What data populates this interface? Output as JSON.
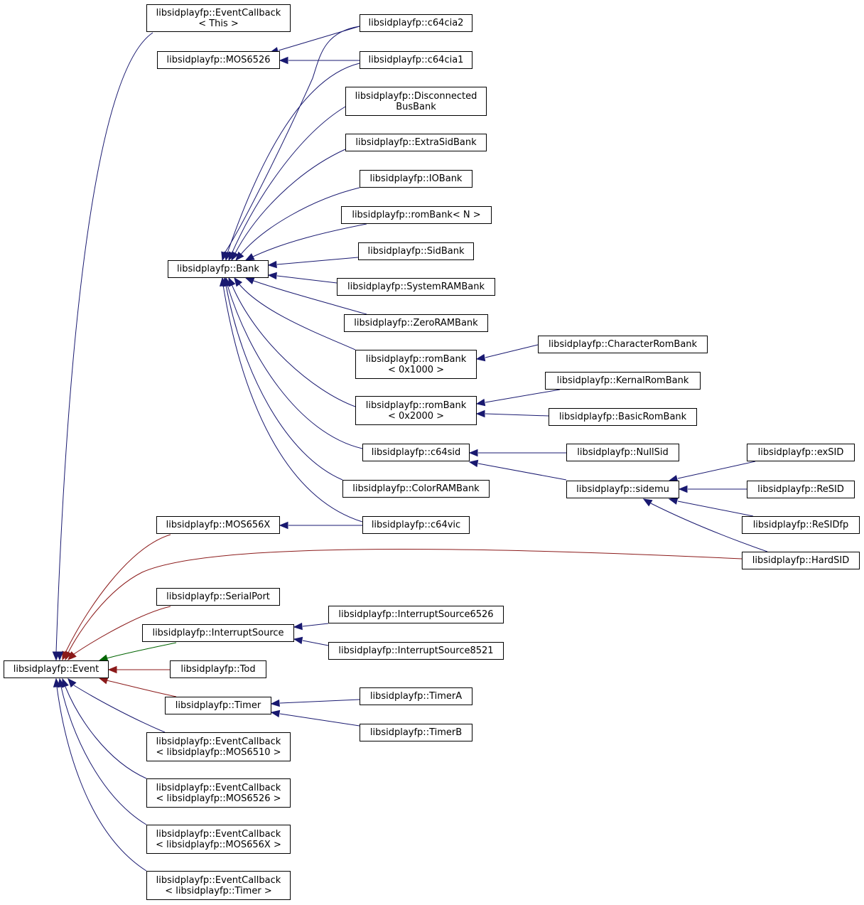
{
  "diagram": {
    "colors": {
      "public_inheritance": "#191970",
      "protected_inheritance": "#006400",
      "private_inheritance": "#8b1a1a",
      "node_border": "#000000",
      "node_fill": "#ffffff"
    },
    "nodes": [
      {
        "id": "event",
        "lines": [
          "libsidplayfp::Event"
        ]
      },
      {
        "id": "eventcallback-this",
        "lines": [
          "libsidplayfp::EventCallback",
          "< This >"
        ]
      },
      {
        "id": "mos6526",
        "lines": [
          "libsidplayfp::MOS6526"
        ]
      },
      {
        "id": "c64cia2",
        "lines": [
          "libsidplayfp::c64cia2"
        ]
      },
      {
        "id": "c64cia1",
        "lines": [
          "libsidplayfp::c64cia1"
        ]
      },
      {
        "id": "bank",
        "lines": [
          "libsidplayfp::Bank"
        ]
      },
      {
        "id": "disconnectedbusbank",
        "lines": [
          "libsidplayfp::Disconnected",
          "BusBank"
        ]
      },
      {
        "id": "extrasidbank",
        "lines": [
          "libsidplayfp::ExtraSidBank"
        ]
      },
      {
        "id": "iobank",
        "lines": [
          "libsidplayfp::IOBank"
        ]
      },
      {
        "id": "rombank-n",
        "lines": [
          "libsidplayfp::romBank< N >"
        ]
      },
      {
        "id": "sidbank",
        "lines": [
          "libsidplayfp::SidBank"
        ]
      },
      {
        "id": "systemrambank",
        "lines": [
          "libsidplayfp::SystemRAMBank"
        ]
      },
      {
        "id": "zerorambank",
        "lines": [
          "libsidplayfp::ZeroRAMBank"
        ]
      },
      {
        "id": "rombank-1000",
        "lines": [
          "libsidplayfp::romBank",
          "< 0x1000 >"
        ]
      },
      {
        "id": "characterrombank",
        "lines": [
          "libsidplayfp::CharacterRomBank"
        ]
      },
      {
        "id": "rombank-2000",
        "lines": [
          "libsidplayfp::romBank",
          "< 0x2000 >"
        ]
      },
      {
        "id": "kernalrombank",
        "lines": [
          "libsidplayfp::KernalRomBank"
        ]
      },
      {
        "id": "basicrombank",
        "lines": [
          "libsidplayfp::BasicRomBank"
        ]
      },
      {
        "id": "c64sid",
        "lines": [
          "libsidplayfp::c64sid"
        ]
      },
      {
        "id": "nullsid",
        "lines": [
          "libsidplayfp::NullSid"
        ]
      },
      {
        "id": "exsid",
        "lines": [
          "libsidplayfp::exSID"
        ]
      },
      {
        "id": "colorrambank",
        "lines": [
          "libsidplayfp::ColorRAMBank"
        ]
      },
      {
        "id": "sidemu",
        "lines": [
          "libsidplayfp::sidemu"
        ]
      },
      {
        "id": "resid",
        "lines": [
          "libsidplayfp::ReSID"
        ]
      },
      {
        "id": "mos656x",
        "lines": [
          "libsidplayfp::MOS656X"
        ]
      },
      {
        "id": "c64vic",
        "lines": [
          "libsidplayfp::c64vic"
        ]
      },
      {
        "id": "residfp",
        "lines": [
          "libsidplayfp::ReSIDfp"
        ]
      },
      {
        "id": "hardsid",
        "lines": [
          "libsidplayfp::HardSID"
        ]
      },
      {
        "id": "serialport",
        "lines": [
          "libsidplayfp::SerialPort"
        ]
      },
      {
        "id": "interruptsource6526",
        "lines": [
          "libsidplayfp::InterruptSource6526"
        ]
      },
      {
        "id": "interruptsource",
        "lines": [
          "libsidplayfp::InterruptSource"
        ]
      },
      {
        "id": "interruptsource8521",
        "lines": [
          "libsidplayfp::InterruptSource8521"
        ]
      },
      {
        "id": "tod",
        "lines": [
          "libsidplayfp::Tod"
        ]
      },
      {
        "id": "timera",
        "lines": [
          "libsidplayfp::TimerA"
        ]
      },
      {
        "id": "timer",
        "lines": [
          "libsidplayfp::Timer"
        ]
      },
      {
        "id": "timerb",
        "lines": [
          "libsidplayfp::TimerB"
        ]
      },
      {
        "id": "eventcallback-mos6510",
        "lines": [
          "libsidplayfp::EventCallback",
          "< libsidplayfp::MOS6510 >"
        ]
      },
      {
        "id": "eventcallback-mos6526",
        "lines": [
          "libsidplayfp::EventCallback",
          "< libsidplayfp::MOS6526 >"
        ]
      },
      {
        "id": "eventcallback-mos656x",
        "lines": [
          "libsidplayfp::EventCallback",
          "< libsidplayfp::MOS656X >"
        ]
      },
      {
        "id": "eventcallback-timer",
        "lines": [
          "libsidplayfp::EventCallback",
          "< libsidplayfp::Timer >"
        ]
      }
    ],
    "edges": [
      {
        "from": "eventcallback-this",
        "to": "event",
        "kind": "public_inheritance"
      },
      {
        "from": "mos6526",
        "to": "event",
        "kind": "private_inheritance"
      },
      {
        "from": "bank",
        "to": "event",
        "kind": "private_inheritance"
      },
      {
        "from": "mos656x",
        "to": "event",
        "kind": "private_inheritance"
      },
      {
        "from": "hardsid",
        "to": "event",
        "kind": "private_inheritance"
      },
      {
        "from": "serialport",
        "to": "event",
        "kind": "private_inheritance"
      },
      {
        "from": "interruptsource",
        "to": "event",
        "kind": "protected_inheritance"
      },
      {
        "from": "tod",
        "to": "event",
        "kind": "private_inheritance"
      },
      {
        "from": "timer",
        "to": "event",
        "kind": "private_inheritance"
      },
      {
        "from": "eventcallback-mos6510",
        "to": "event",
        "kind": "public_inheritance"
      },
      {
        "from": "eventcallback-mos6526",
        "to": "event",
        "kind": "public_inheritance"
      },
      {
        "from": "eventcallback-mos656x",
        "to": "event",
        "kind": "public_inheritance"
      },
      {
        "from": "eventcallback-timer",
        "to": "event",
        "kind": "public_inheritance"
      },
      {
        "from": "c64cia2",
        "to": "mos6526",
        "kind": "public_inheritance"
      },
      {
        "from": "c64cia1",
        "to": "mos6526",
        "kind": "public_inheritance"
      },
      {
        "from": "c64cia2",
        "to": "bank",
        "kind": "public_inheritance"
      },
      {
        "from": "c64cia1",
        "to": "bank",
        "kind": "public_inheritance"
      },
      {
        "from": "disconnectedbusbank",
        "to": "bank",
        "kind": "public_inheritance"
      },
      {
        "from": "extrasidbank",
        "to": "bank",
        "kind": "public_inheritance"
      },
      {
        "from": "iobank",
        "to": "bank",
        "kind": "public_inheritance"
      },
      {
        "from": "rombank-n",
        "to": "bank",
        "kind": "public_inheritance"
      },
      {
        "from": "sidbank",
        "to": "bank",
        "kind": "public_inheritance"
      },
      {
        "from": "systemrambank",
        "to": "bank",
        "kind": "public_inheritance"
      },
      {
        "from": "zerorambank",
        "to": "bank",
        "kind": "public_inheritance"
      },
      {
        "from": "rombank-1000",
        "to": "bank",
        "kind": "public_inheritance"
      },
      {
        "from": "rombank-2000",
        "to": "bank",
        "kind": "public_inheritance"
      },
      {
        "from": "c64sid",
        "to": "bank",
        "kind": "public_inheritance"
      },
      {
        "from": "colorrambank",
        "to": "bank",
        "kind": "public_inheritance"
      },
      {
        "from": "c64vic",
        "to": "bank",
        "kind": "public_inheritance"
      },
      {
        "from": "characterrombank",
        "to": "rombank-1000",
        "kind": "public_inheritance"
      },
      {
        "from": "kernalrombank",
        "to": "rombank-2000",
        "kind": "public_inheritance"
      },
      {
        "from": "basicrombank",
        "to": "rombank-2000",
        "kind": "public_inheritance"
      },
      {
        "from": "nullsid",
        "to": "c64sid",
        "kind": "public_inheritance"
      },
      {
        "from": "sidemu",
        "to": "c64sid",
        "kind": "public_inheritance"
      },
      {
        "from": "exsid",
        "to": "sidemu",
        "kind": "public_inheritance"
      },
      {
        "from": "resid",
        "to": "sidemu",
        "kind": "public_inheritance"
      },
      {
        "from": "residfp",
        "to": "sidemu",
        "kind": "public_inheritance"
      },
      {
        "from": "hardsid",
        "to": "sidemu",
        "kind": "public_inheritance"
      },
      {
        "from": "c64vic",
        "to": "mos656x",
        "kind": "public_inheritance"
      },
      {
        "from": "interruptsource6526",
        "to": "interruptsource",
        "kind": "public_inheritance"
      },
      {
        "from": "interruptsource8521",
        "to": "interruptsource",
        "kind": "public_inheritance"
      },
      {
        "from": "timera",
        "to": "timer",
        "kind": "public_inheritance"
      },
      {
        "from": "timerb",
        "to": "timer",
        "kind": "public_inheritance"
      }
    ]
  }
}
